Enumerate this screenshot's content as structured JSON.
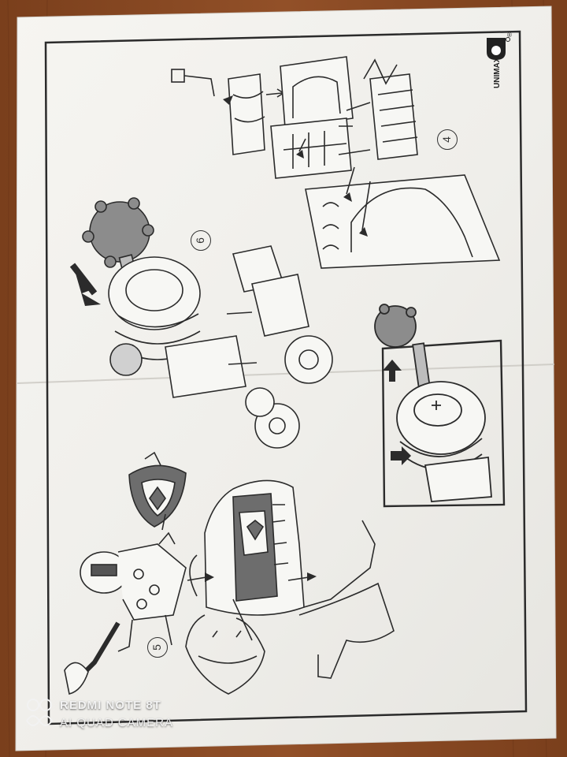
{
  "photo": {
    "background_color": "#8a4a22",
    "paper_color": "#f4f3ef",
    "ink_color": "#2b2b2b",
    "subject": "toy assembly instruction sheet"
  },
  "sheet": {
    "brand": "UNIMAX",
    "registered_mark": "®",
    "steps": [
      "4",
      "5",
      "6"
    ]
  },
  "camera_watermark": {
    "line1": "REDMI NOTE 8T",
    "line2": "AI QUAD CAMERA"
  },
  "icons": [
    "camera-logo-icon",
    "arrow-icon",
    "mace-icon",
    "shield-icon",
    "horse-icon",
    "knight-icon"
  ]
}
